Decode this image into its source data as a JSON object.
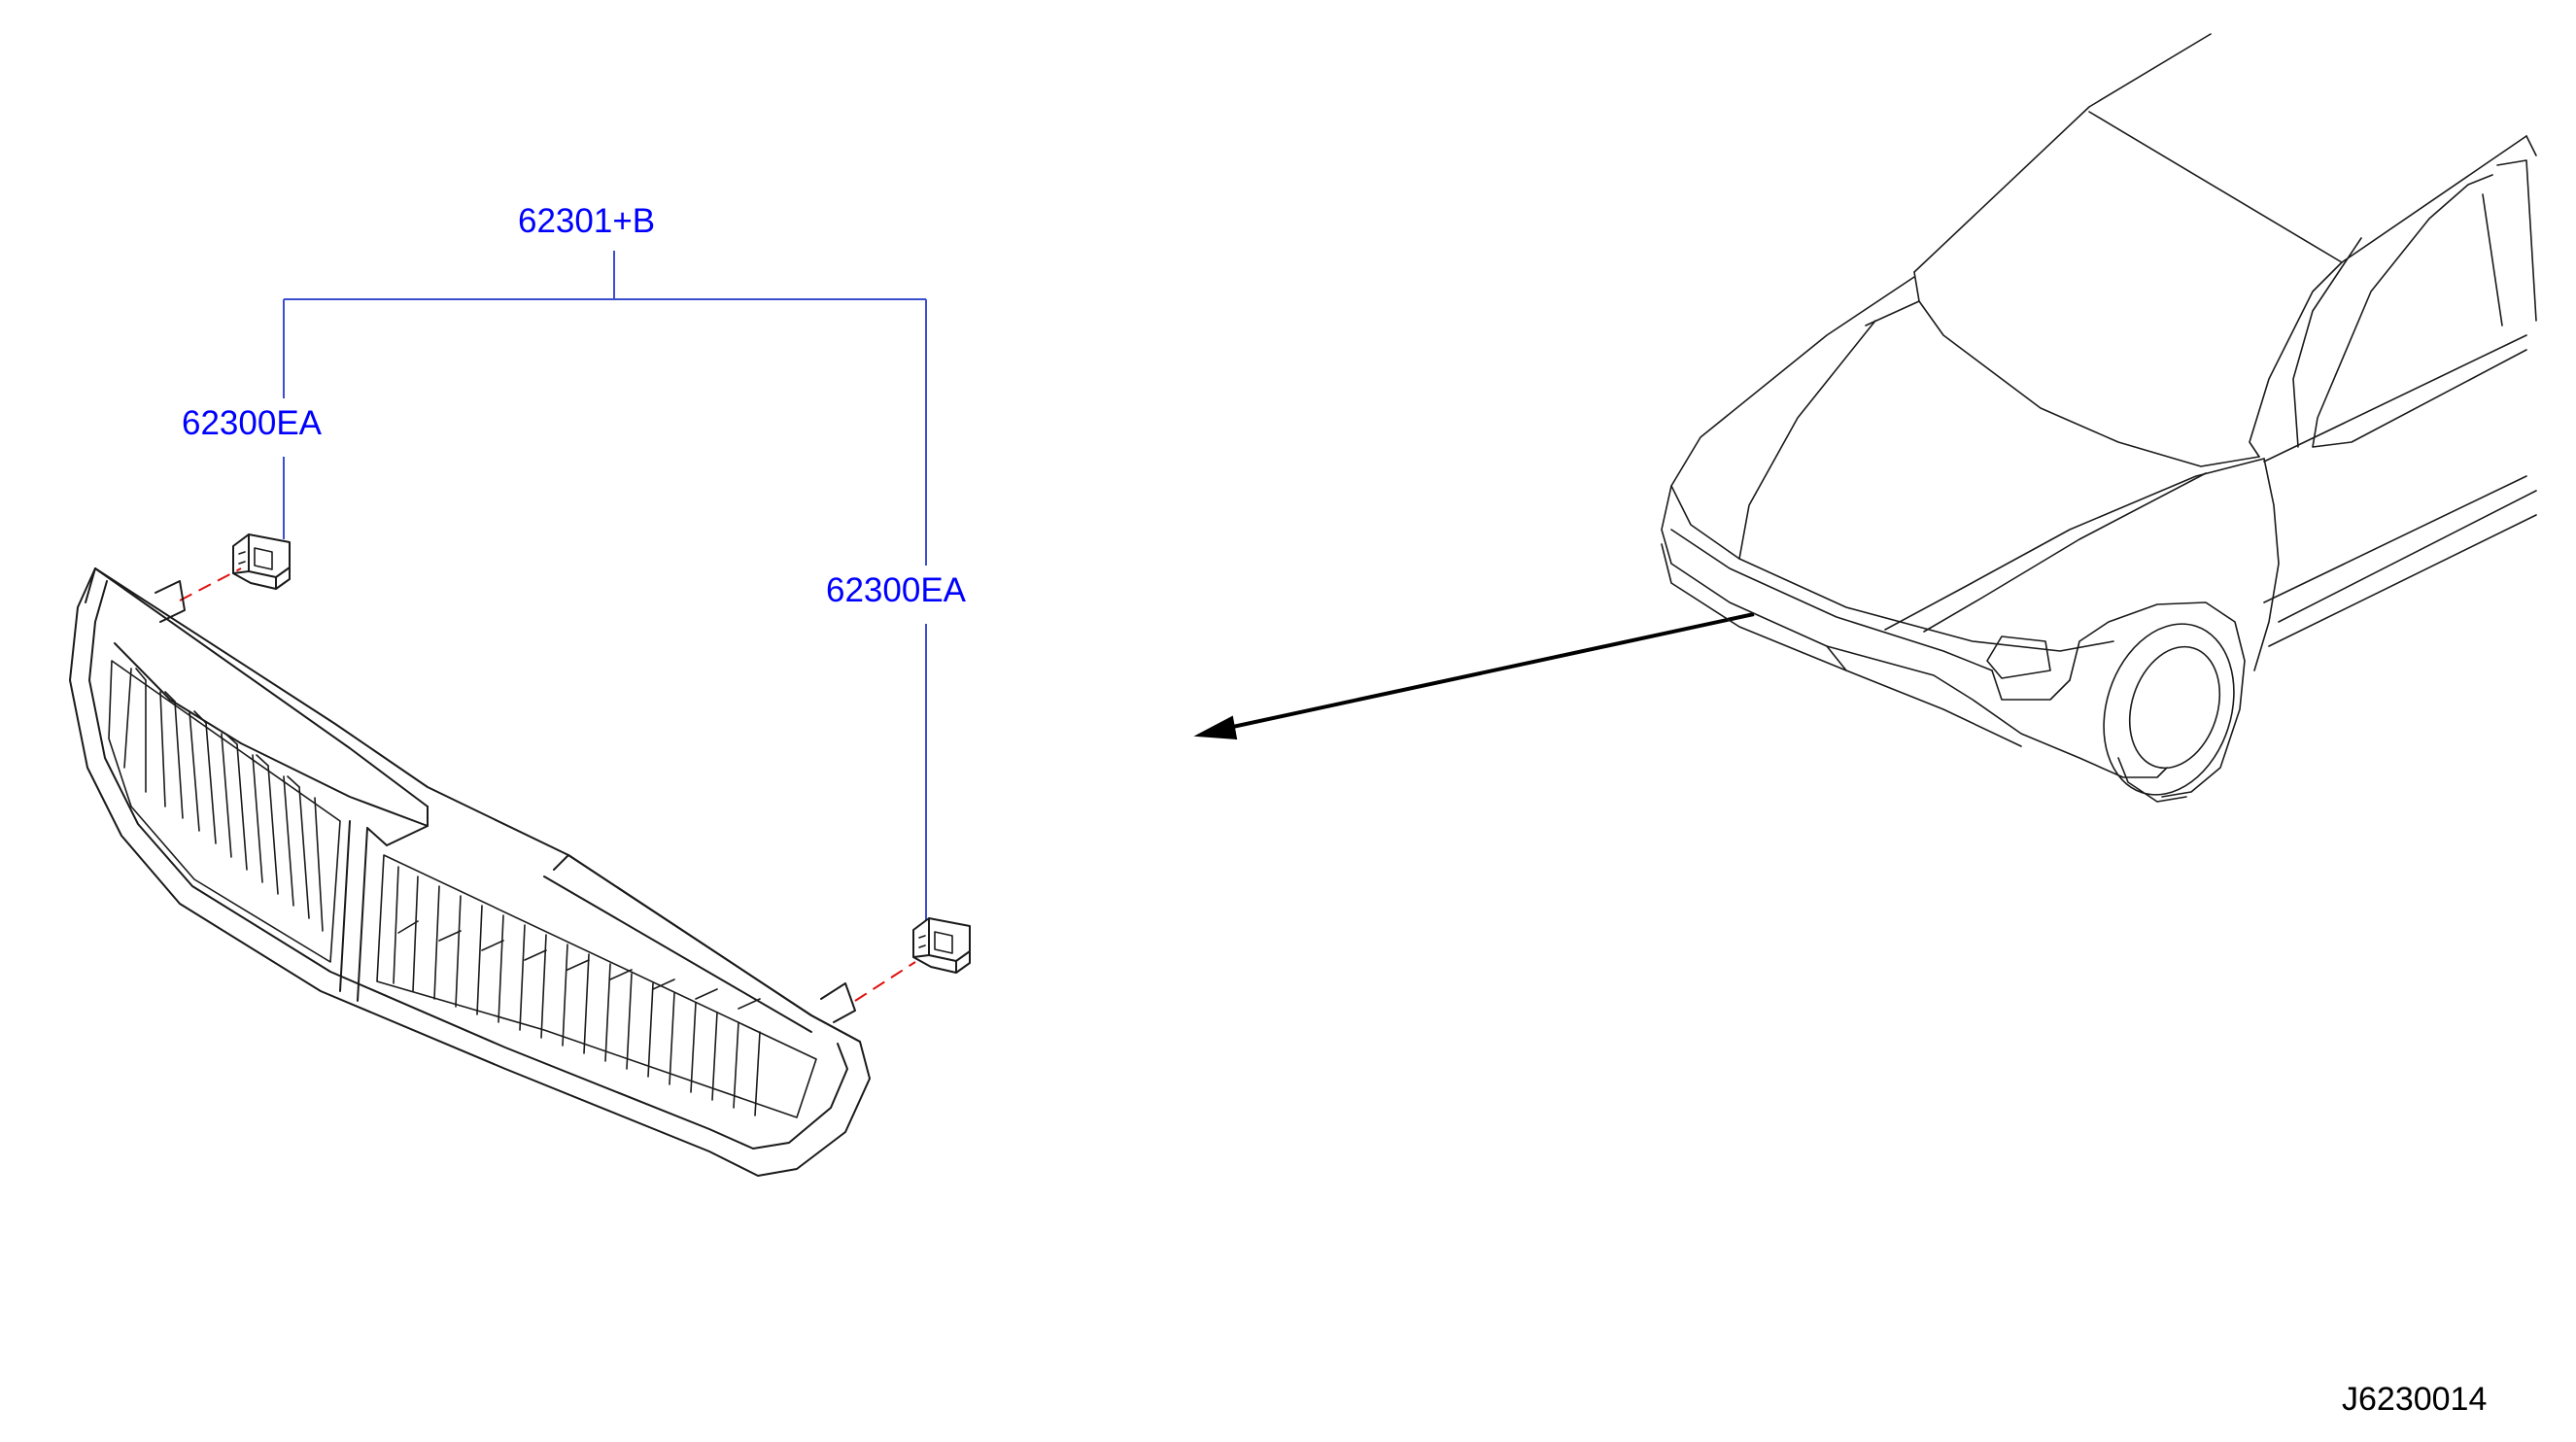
{
  "colors": {
    "callout_text": "#0000ff",
    "leader_line": "#3a4fd0",
    "drawing_line": "#1a1a1a",
    "center_line": "#e01010",
    "background": "#ffffff"
  },
  "callouts": {
    "assembly": "62301+B",
    "clip_left": "62300EA",
    "clip_right": "62300EA"
  },
  "diagram_code": "J6230014",
  "parts": [
    {
      "name": "front-grille",
      "icon": "radiator-grille"
    },
    {
      "name": "grille-clip",
      "icon": "push-clip",
      "count": 2
    },
    {
      "name": "vehicle-location-view",
      "icon": "car-front-quarter-view"
    }
  ]
}
